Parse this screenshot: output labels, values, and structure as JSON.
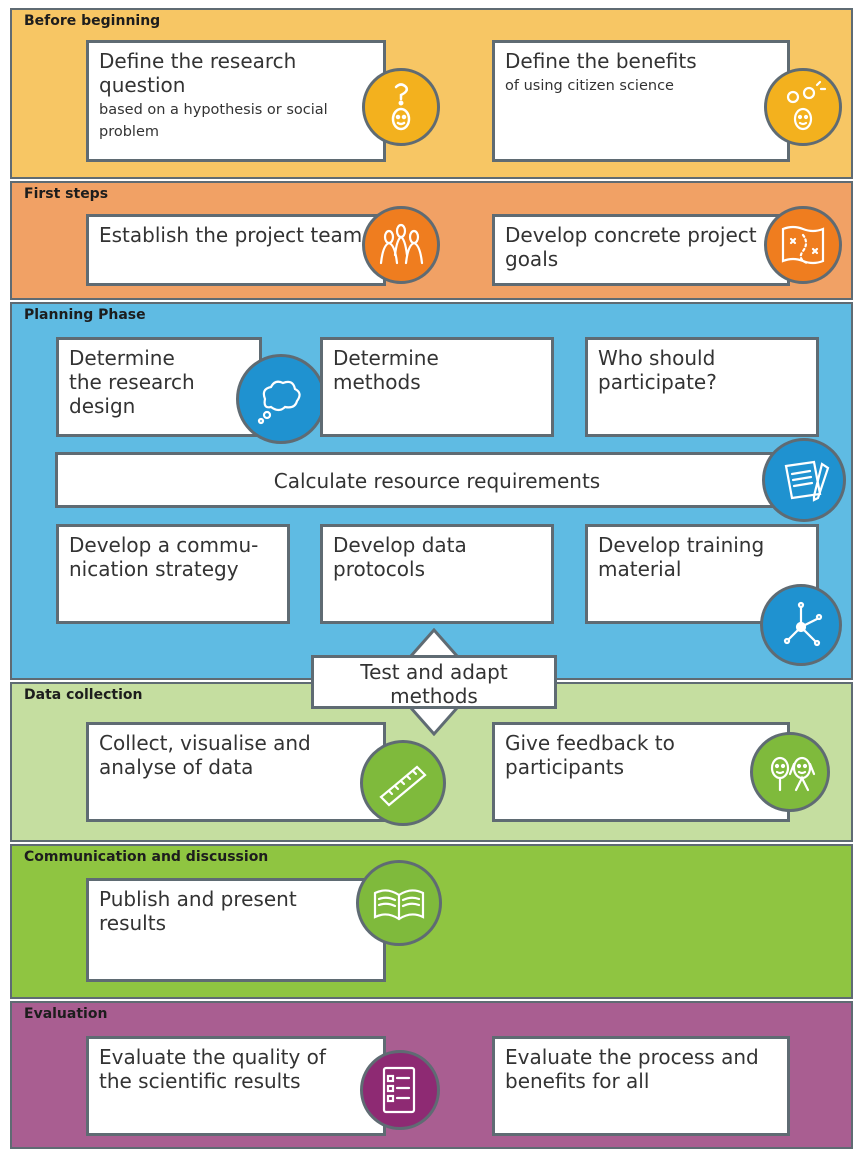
{
  "colors": {
    "before": "#f7c664",
    "first": "#f1a165",
    "planning": "#5fbbe3",
    "data": "#c5dea0",
    "comm": "#8fc541",
    "eval": "#a95e91",
    "border": "#5f6b73",
    "icon_yellow": "#f3b11e",
    "icon_orange": "#ef7d1f",
    "icon_blue": "#1f92d0",
    "icon_green": "#7fba3c",
    "icon_purple": "#8e2a73"
  },
  "sections": {
    "before": {
      "title": "Before beginning",
      "box1": {
        "title": "Define the research question",
        "sub": "based on a hypothesis or social problem"
      },
      "box2": {
        "title": "Define the benefits",
        "sub": "of using citizen science"
      }
    },
    "first": {
      "title": "First steps",
      "box1": {
        "title": "Establish the project team"
      },
      "box2": {
        "title": "Develop concrete project goals"
      }
    },
    "planning": {
      "title": "Planning Phase",
      "design": "Determine the research design",
      "methods": "Determine methods",
      "who": "Who should participate?",
      "resources": "Calculate resource requirements",
      "communication": "Develop a commu-nication strategy",
      "protocols": "Develop data protocols",
      "training": "Develop training material"
    },
    "test": {
      "label": "Test and adapt methods"
    },
    "data": {
      "title": "Data collection",
      "box1": {
        "title": "Collect, visualise and analyse of data"
      },
      "box2": {
        "title": "Give feedback to participants"
      }
    },
    "comm": {
      "title": "Communication and discussion",
      "box1": {
        "title": "Publish and present results"
      }
    },
    "eval": {
      "title": "Evaluation",
      "box1": {
        "title": "Evaluate the quality of the scientific results"
      },
      "box2": {
        "title": "Evaluate the process and benefits for all"
      }
    }
  },
  "icons": {
    "question": "question-head-icon",
    "ideas": "ideas-head-icon",
    "team": "team-people-icon",
    "map": "treasure-map-icon",
    "cloud": "thought-cloud-icon",
    "notepad": "notepad-pencil-icon",
    "network": "network-icon",
    "ruler": "ruler-icon",
    "faces": "two-faces-icon",
    "book": "open-book-icon",
    "checklist": "checklist-icon"
  }
}
